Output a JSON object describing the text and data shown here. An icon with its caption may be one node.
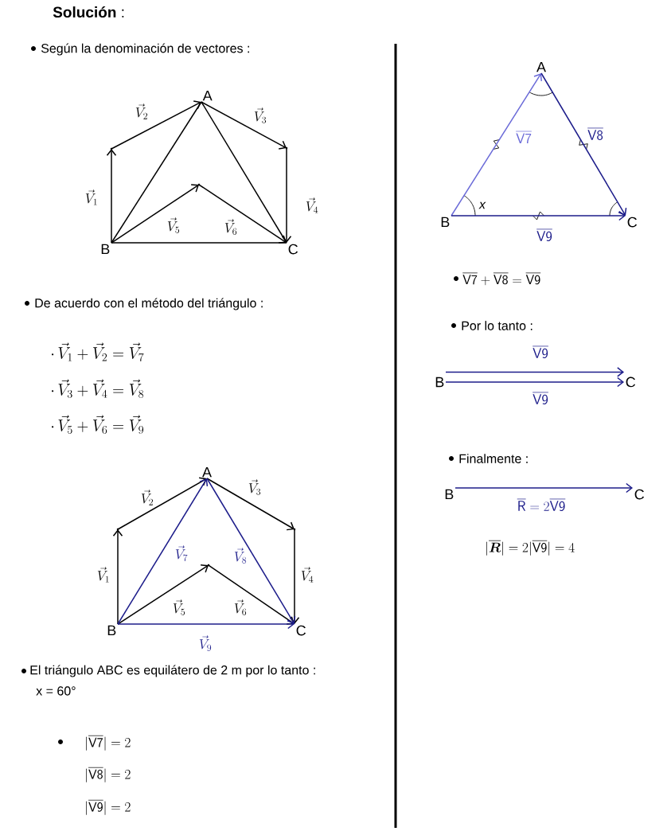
{
  "diagram": {
    "title": "**Solución** :",
    "nodes": [
      {
        "text": [
          "A"
        ]
      },
      {
        "text": [],
        "shape": "point"
      },
      {
        "text": [],
        "shape": "point"
      },
      {
        "text": [],
        "shape": "point"
      },
      {
        "text": [
          "B"
        ]
      },
      {
        "text": [
          "C"
        ]
      },
      {
        "text": [
          "A"
        ]
      },
      {
        "text": [],
        "shape": "point"
      },
      {
        "text": [],
        "shape": "point"
      },
      {
        "text": [],
        "shape": "point"
      },
      {
        "text": [
          "B"
        ]
      },
      {
        "text": [
          "C"
        ]
      },
      {
        "text": [
          "A"
        ]
      },
      {
        "text": [
          "B"
        ]
      },
      {
        "text": [
          "C"
        ]
      },
      {
        "text": [
          "B"
        ]
      },
      {
        "text": [
          "C"
        ]
      },
      {
        "text": [
          "B"
        ]
      },
      {
        "text": [
          "C"
        ]
      }
    ],
    "edges": [
      {
        "from": 4,
        "to": 1,
        "arrow": "to",
        "label": "\\vec{V}_{1}"
      },
      {
        "from": 1,
        "to": 0,
        "arrow": "to",
        "label": "\\vec{V}_{2}"
      },
      {
        "from": 0,
        "to": 2,
        "arrow": "to",
        "label": "\\vec{V}_{3}"
      },
      {
        "from": 2,
        "to": 5,
        "arrow": "to",
        "label": "\\vec{V}_{4}"
      },
      {
        "from": 4,
        "to": 3,
        "arrow": "to",
        "label": "\\vec{V}_{5}"
      },
      {
        "from": 3,
        "to": 5,
        "arrow": "to",
        "label": "\\vec{V}_{6}"
      },
      {
        "from": 4,
        "to": 0,
        "arrow": "none",
        "color": "#000000"
      },
      {
        "from": 0,
        "to": 5,
        "arrow": "none",
        "color": "#000000"
      },
      {
        "from": 4,
        "to": 5,
        "arrow": "none",
        "color": "#000000"
      },
      {
        "from": 10,
        "to": 7,
        "arrow": "to",
        "label": "\\vec{V}_{1}"
      },
      {
        "from": 7,
        "to": 6,
        "arrow": "to",
        "label": "\\vec{V}_{2}"
      },
      {
        "from": 6,
        "to": 8,
        "arrow": "to",
        "label": "\\vec{V}_{3}"
      },
      {
        "from": 8,
        "to": 11,
        "arrow": "to",
        "label": "\\vec{V}_{4}"
      },
      {
        "from": 10,
        "to": 9,
        "arrow": "to",
        "label": "\\vec{V}_{5}"
      },
      {
        "from": 9,
        "to": 11,
        "arrow": "to",
        "label": "\\vec{V}_{6}"
      },
      {
        "from": 10,
        "to": 6,
        "arrow": "to",
        "color": "#1c1c8a",
        "label": "\\vec{V}_{7}"
      },
      {
        "from": 6,
        "to": 11,
        "arrow": "to",
        "color": "#1c1c8a",
        "label": "\\vec{V}_{8}"
      },
      {
        "from": 10,
        "to": 11,
        "arrow": "to",
        "color": "#1c1c8a",
        "label": "\\vec{V}_{9}"
      },
      {
        "from": 13,
        "to": 12,
        "arrow": "to",
        "color": "#6a6ad8",
        "label": "\\overline{\\mathsf{V7}}"
      },
      {
        "from": 12,
        "to": 14,
        "arrow": "to",
        "color": "#1c1c8a",
        "label": "\\overline{\\mathsf{V8}}"
      },
      {
        "from": 13,
        "to": 14,
        "arrow": "to",
        "color": "#1c1c8a",
        "label": "\\overline{\\mathsf{V9}}"
      },
      {
        "from": 15,
        "to": 16,
        "arrow": "to",
        "color": "#1c1c8a",
        "label": "\\overline{\\mathsf{V9}}"
      },
      {
        "from": 15,
        "to": 16,
        "arrow": "to",
        "color": "#1c1c8a",
        "label": "\\overline{\\mathsf{V9}}"
      },
      {
        "from": 17,
        "to": 18,
        "arrow": "to",
        "color": "#1c1c8a",
        "label": "\\overline{\\mathsf{R}}=2\\overline{\\mathsf{V9}}"
      }
    ],
    "labels": [
      "Según la denominación de vectores :",
      "De acuerdo con el método del triángulo :",
      "\\cdot\\,\\vec{V}_{1}+\\vec{V}_{2}=\\vec{V}_{7}",
      "\\cdot\\,\\vec{V}_{3}+\\vec{V}_{4}=\\vec{V}_{8}",
      "\\cdot\\,\\vec{V}_{5}+\\vec{V}_{6}=\\vec{V}_{9}",
      "El triángulo ABC es equilátero de 2 m por lo tanto :",
      "x = 60°",
      "|\\overline{\\mathsf{V7}}| = 2",
      "|\\overline{\\mathsf{V8}}| = 2",
      "|\\overline{\\mathsf{V9}}| = 2",
      "x",
      "\\overline{\\mathsf{V7}}+\\overline{\\mathsf{V8}}=\\overline{\\mathsf{V9}}",
      "Por lo tanto :",
      "Finalmente :",
      "|\\overline{\\boldsymbol{R}}| = 2|\\overline{\\mathsf{V9}}| = 4"
    ]
  }
}
